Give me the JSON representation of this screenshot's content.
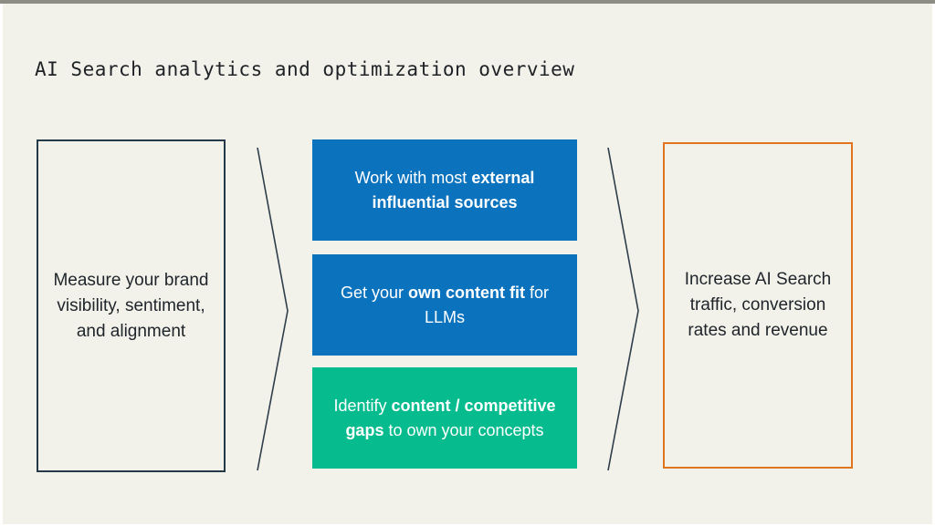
{
  "page": {
    "title": "AI Search analytics and optimization overview"
  },
  "colors": {
    "slide_background": "#f2f1ea",
    "top_strip": "#8d8d86",
    "box_blue": "#0b72bd",
    "box_green": "#06bc8e",
    "left_box_outline": "#253a49",
    "right_box_outline": "#e0741f",
    "chevron_line": "#2e3e4a",
    "dark_text": "#1e242a",
    "light_text": "#ffffff"
  },
  "flow": {
    "left_box": {
      "text": "Measure your brand visibility, sentiment, and alignment"
    },
    "middle_boxes": [
      {
        "color": "#0b72bd",
        "segments": [
          {
            "t": "Work with most ",
            "b": false
          },
          {
            "t": "external influential sources",
            "b": true
          }
        ]
      },
      {
        "color": "#0b72bd",
        "segments": [
          {
            "t": "Get your ",
            "b": false
          },
          {
            "t": "own content fit",
            "b": true
          },
          {
            "t": " for LLMs",
            "b": false
          }
        ]
      },
      {
        "color": "#06bc8e",
        "segments": [
          {
            "t": "Identify ",
            "b": false
          },
          {
            "t": "content / competitive gaps",
            "b": true
          },
          {
            "t": " to own your concepts",
            "b": false
          }
        ]
      }
    ],
    "right_box": {
      "text": "Increase AI Search traffic, conversion rates and revenue"
    }
  }
}
